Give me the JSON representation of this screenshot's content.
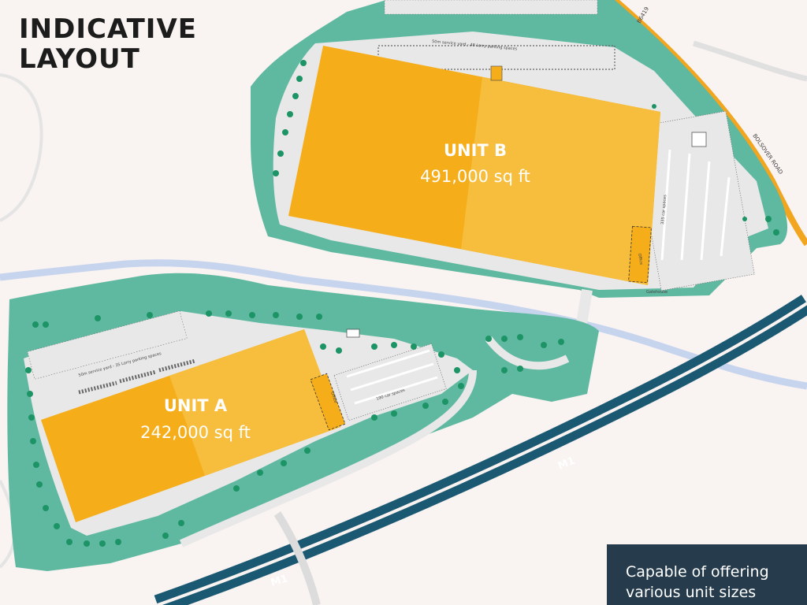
{
  "title": {
    "line1": "INDICATIVE",
    "line2": "LAYOUT"
  },
  "units": [
    {
      "name": "UNIT A",
      "size": "242,000 sq ft",
      "office_label": "Office",
      "service_yard": "50m service yard - 35 Lorry parking spaces",
      "car_parking": "190 car spaces"
    },
    {
      "name": "UNIT B",
      "size": "491,000 sq ft",
      "office_label": "Office",
      "service_yard": "50m service yard - 48 Lorry parking spaces",
      "car_parking": "335 car spaces",
      "gatehouse_label": "Gatehouse"
    }
  ],
  "roads": {
    "motorway": "M1",
    "b_road": "B6419",
    "named_road": "BOLSOVER ROAD"
  },
  "info_box": {
    "line1": "Capable of offering",
    "line2": "various unit sizes"
  },
  "colors": {
    "background": "#f9f3f1",
    "landscaping": "#5fb8a0",
    "hardstanding": "#e8e8e8",
    "building": "#f5ad1a",
    "building_light": "#f7bd3c",
    "river": "#c6d4ee",
    "motorway": "#1b5973",
    "b_road": "#f2a51e",
    "info_box": "#263c4c",
    "tree": "#1d9466"
  }
}
